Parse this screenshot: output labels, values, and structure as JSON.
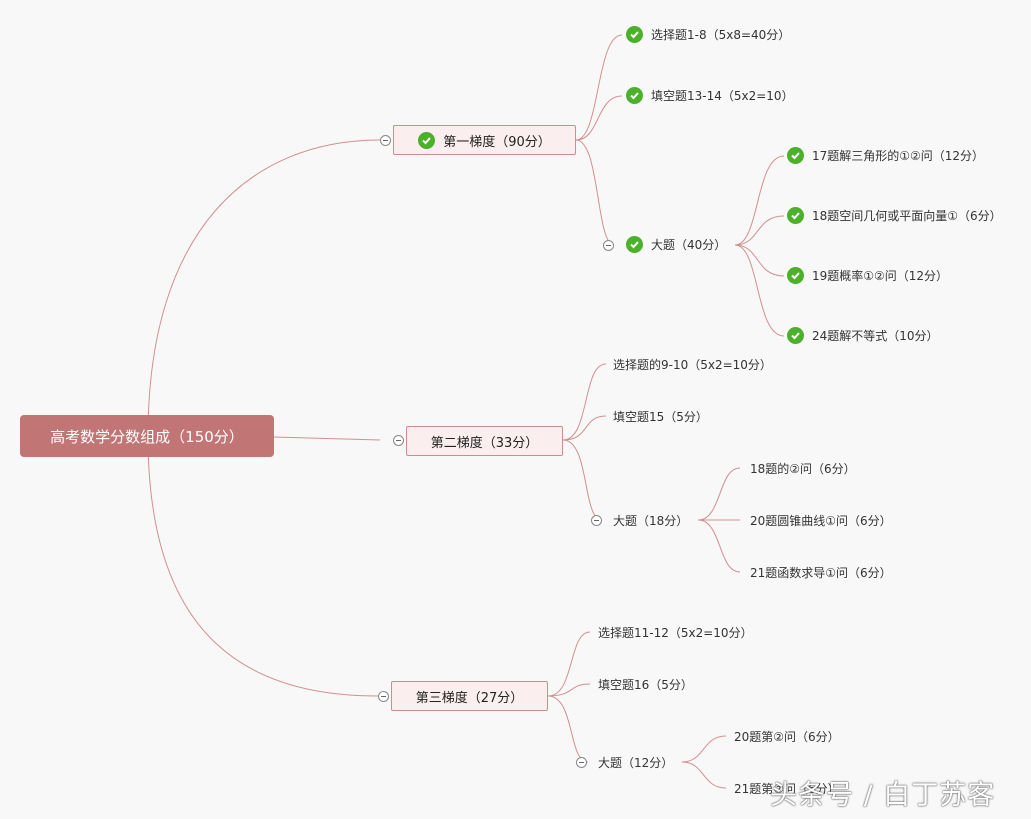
{
  "root": "高考数学分数组成（150分）",
  "tiers": [
    {
      "label": "第一梯度（90分）",
      "checked": true,
      "items": [
        {
          "label": "选择题1-8（5x8=40分）",
          "checked": true
        },
        {
          "label": "填空题13-14（5x2=10）",
          "checked": true
        },
        {
          "label": "大题（40分）",
          "checked": true,
          "subitems": [
            {
              "label": "17题解三角形的①②问（12分）",
              "checked": true
            },
            {
              "label": "18题空间几何或平面向量①（6分）",
              "checked": true
            },
            {
              "label": "19题概率①②问（12分）",
              "checked": true
            },
            {
              "label": "24题解不等式（10分）",
              "checked": true
            }
          ]
        }
      ]
    },
    {
      "label": "第二梯度（33分）",
      "checked": false,
      "items": [
        {
          "label": "选择题的9-10（5x2=10分）"
        },
        {
          "label": "填空题15（5分）"
        },
        {
          "label": "大题（18分）",
          "subitems": [
            {
              "label": "18题的②问（6分）"
            },
            {
              "label": "20题圆锥曲线①问（6分）"
            },
            {
              "label": "21题函数求导①问（6分）"
            }
          ]
        }
      ]
    },
    {
      "label": "第三梯度（27分）",
      "checked": false,
      "items": [
        {
          "label": "选择题11-12（5x2=10分）"
        },
        {
          "label": "填空题16（5分）"
        },
        {
          "label": "大题（12分）",
          "subitems": [
            {
              "label": "20题第②问（6分）"
            },
            {
              "label": "21题第②问（6分）"
            }
          ]
        }
      ]
    }
  ],
  "watermark": "头条号 / 白丁苏客",
  "colors": {
    "line": "#d09090",
    "root_bg": "#c27575",
    "node_bg": "#fbeeee",
    "check": "#4bb12a"
  }
}
